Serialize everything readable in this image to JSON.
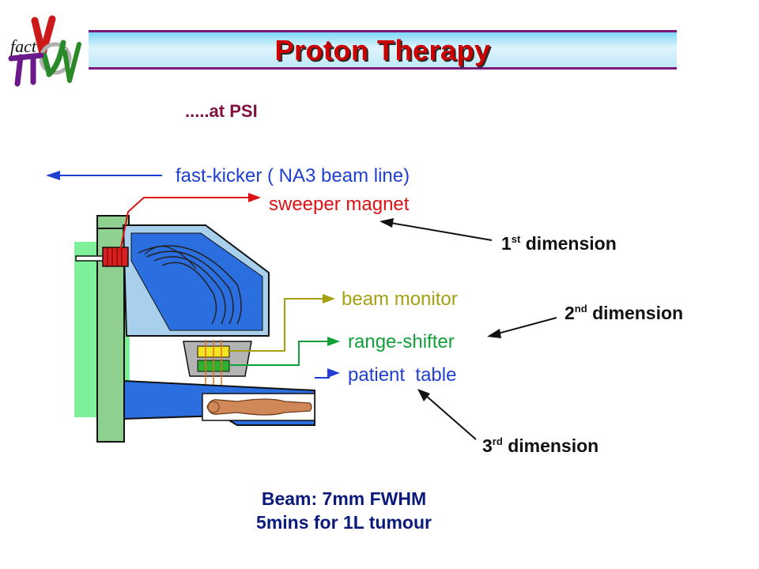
{
  "title": "Proton Therapy",
  "subtitle": ".....at PSI",
  "logo": {
    "text": "fact"
  },
  "labels": {
    "fast_kicker": "fast-kicker ( NA3 beam line)",
    "sweeper_magnet": "sweeper magnet",
    "beam_monitor": "beam monitor",
    "range_shifter": "range-shifter",
    "patient_table": "patient  table"
  },
  "dimensions": {
    "first": {
      "number": "1",
      "suffix": "st",
      "word": "dimension"
    },
    "second": {
      "number": "2",
      "suffix": "nd",
      "word": "dimension"
    },
    "third": {
      "number": "3",
      "suffix": "rd",
      "word": "dimension"
    }
  },
  "footer": {
    "line1": "Beam: 7mm FWHM",
    "line2": "5mins for 1L tumour"
  },
  "colors": {
    "title": "#cc0000",
    "label_blue": "#1f3fd0",
    "label_red": "#dd1111",
    "label_olive": "#a5a012",
    "label_green": "#12a03a",
    "footer": "#0a1a7a"
  }
}
